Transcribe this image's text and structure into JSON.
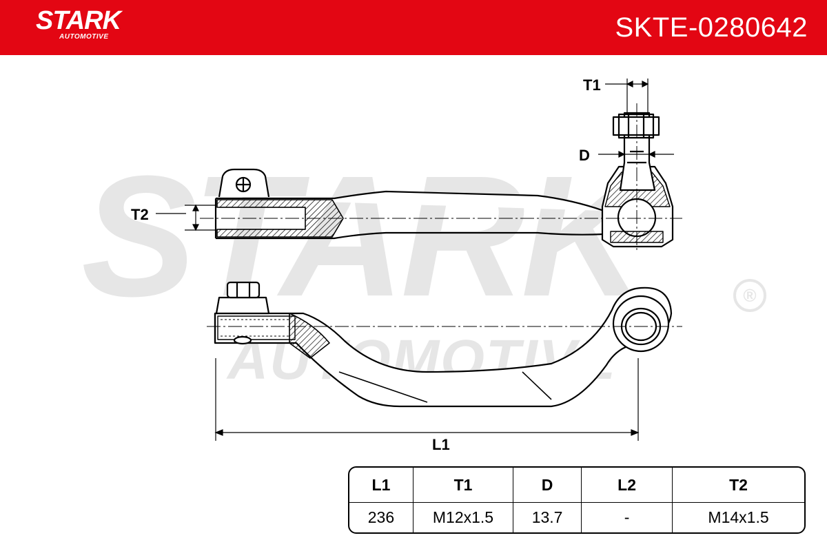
{
  "header": {
    "brand_name": "STARK",
    "brand_sub": "AUTOMOTIVE",
    "part_number": "SKTE-0280642",
    "color": "#e30613"
  },
  "watermark": {
    "main": "STARK",
    "sub": "AUTOMOTIVE",
    "reg": "®"
  },
  "drawing": {
    "labels": {
      "t1": "T1",
      "d": "D",
      "t2": "T2",
      "l1": "L1"
    }
  },
  "spec_table": {
    "headers": [
      "L1",
      "T1",
      "D",
      "L2",
      "T2"
    ],
    "values": [
      "236",
      "M12x1.5",
      "13.7",
      "-",
      "M14x1.5"
    ]
  }
}
